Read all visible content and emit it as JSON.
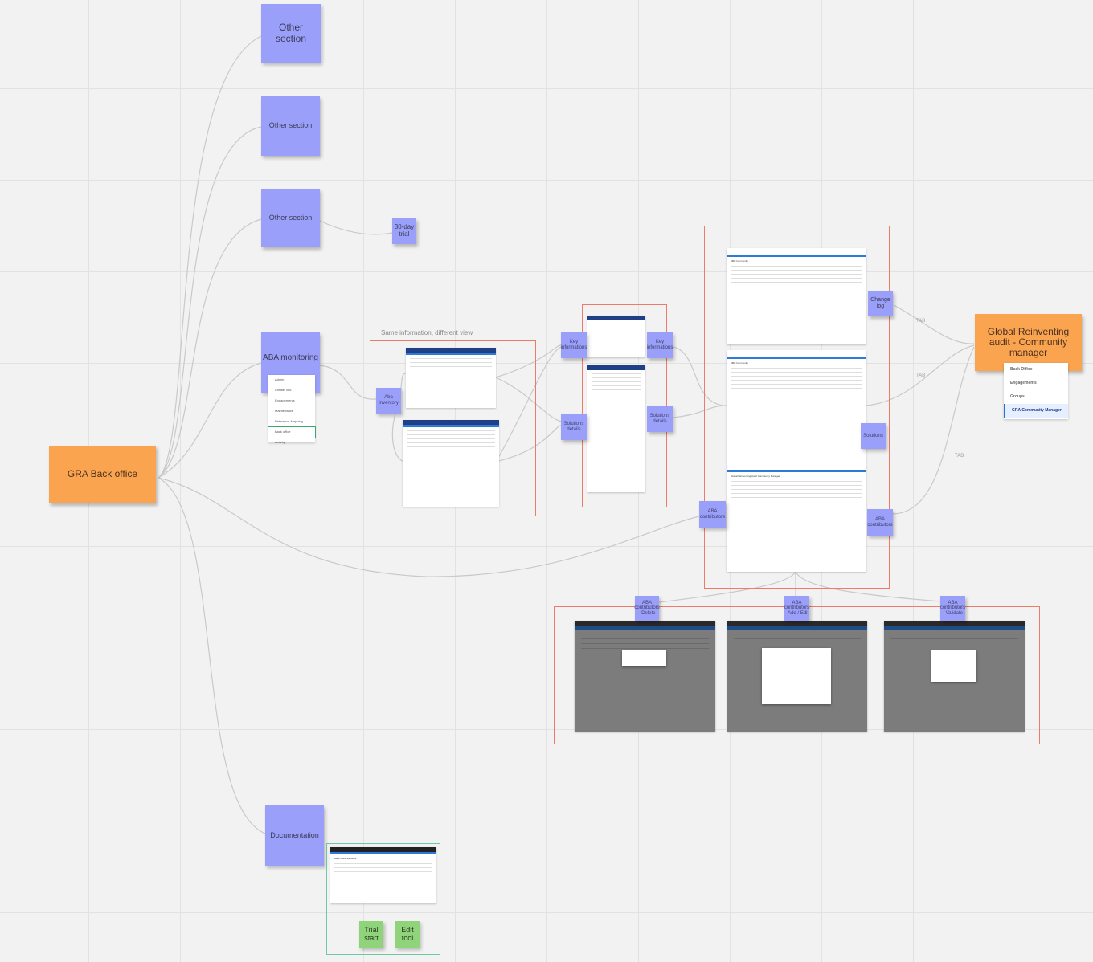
{
  "stickies": {
    "gra_back_office": "GRA Back office",
    "other_section_1": "Other section",
    "other_section_2": "Other section",
    "other_section_3": "Other section",
    "trial_30_day": "30-day trial",
    "aba_monitoring": "ABA monitoring",
    "aba_inventory": "Aba Inventory",
    "key_info_left": "Key informations",
    "solutions_details_left": "Solutions details",
    "key_info_right": "Key informations",
    "solutions_details_right": "Solutions details",
    "change_log": "Change log",
    "solutions": "Solutions",
    "aba_contributors_left": "ABA contributors",
    "aba_contributors_right": "ABA contributors",
    "global_reinventing": "Global Reinventing audit - Community manager",
    "contrib_delete": "ABA contributors - Delete",
    "contrib_add_edit": "ABA contributors - Add / Edit",
    "contrib_validate": "ABA contributors - Validate",
    "documentation": "Documentation",
    "trial_start": "Trial start",
    "edit_tool": "Edit tool"
  },
  "labels": {
    "same_info": "Same information, different view",
    "tab1": "TAB",
    "tab2": "TAB",
    "tab3": "TAB"
  },
  "admin_menu": [
    "Admin",
    "Create Tool",
    "Engagements",
    "Maintenance",
    "Reference Mapping",
    "Back office",
    "Activity"
  ],
  "gra_menu": [
    "Back Office",
    "Engagements",
    "Groups",
    "GRA Community Manager"
  ],
  "screens": {
    "aba_community_1": "ABA Community",
    "aba_community_2": "ABA Community",
    "global_audit": "Global Reinventing Audit Community Manager",
    "back_office_solutions": "Back office solutions"
  }
}
